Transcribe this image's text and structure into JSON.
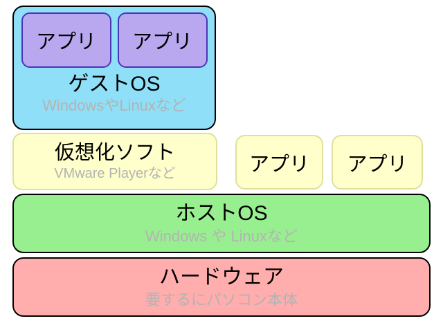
{
  "diagram": {
    "guest_apps": [
      {
        "label": "アプリ"
      },
      {
        "label": "アプリ"
      }
    ],
    "guest_os": {
      "title": "ゲストOS",
      "subtitle": "WindowsやLinuxなど"
    },
    "virtualization": {
      "title": "仮想化ソフト",
      "subtitle": "VMware Playerなど"
    },
    "host_apps": [
      {
        "label": "アプリ"
      },
      {
        "label": "アプリ"
      }
    ],
    "host_os": {
      "title": "ホストOS",
      "subtitle": "Windows や Linuxなど"
    },
    "hardware": {
      "title": "ハードウェア",
      "subtitle": "要するにパソコン本体"
    }
  },
  "colors": {
    "guest_bg": "#8edff7",
    "app_purple_bg": "#b9a8f0",
    "app_purple_border": "#4a35b5",
    "yellow_bg": "#ffffcc",
    "yellow_border": "#e0e09a",
    "host_bg": "#98ef90",
    "hardware_bg": "#ffadad",
    "outline": "#000000",
    "subtitle_gray": "#b3b3b3"
  }
}
